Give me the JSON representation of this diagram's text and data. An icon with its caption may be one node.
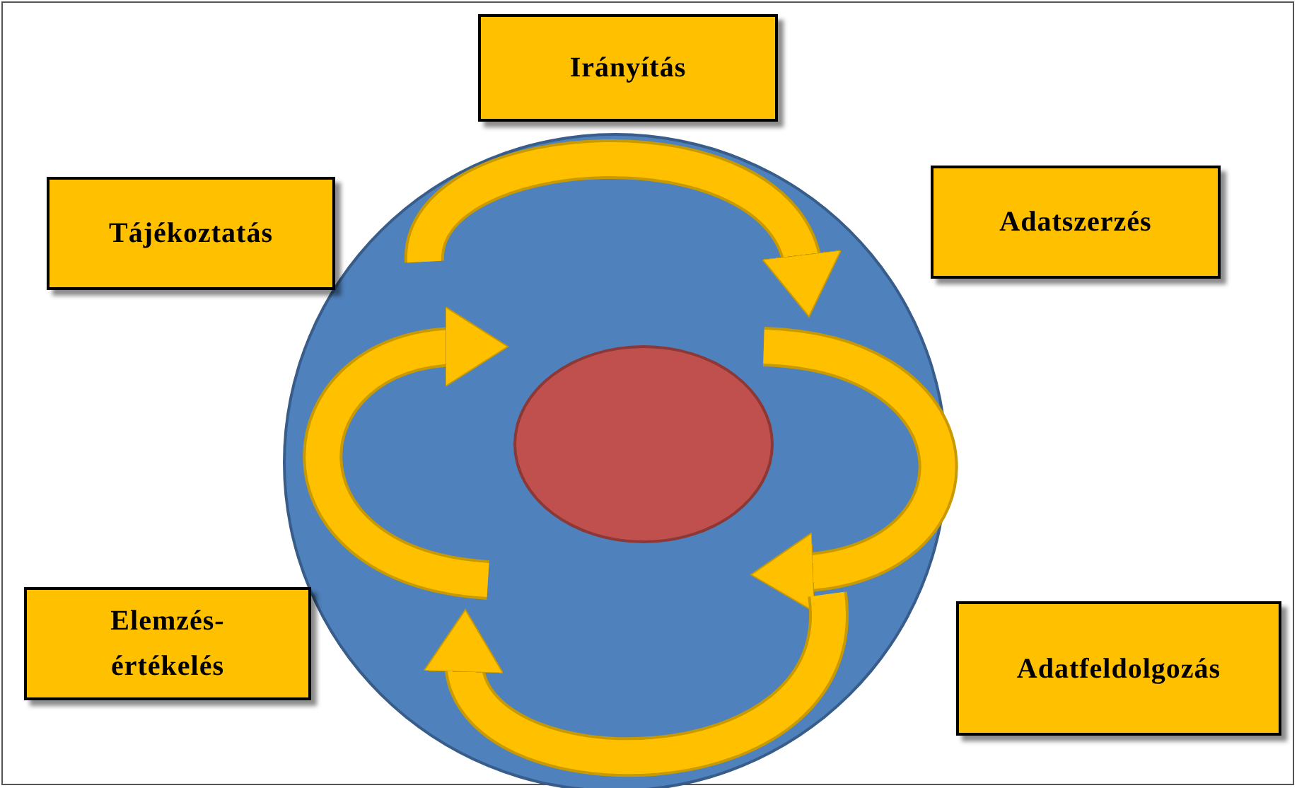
{
  "diagram": {
    "nodes": [
      {
        "text": [
          "Irányítás"
        ]
      },
      {
        "text": [
          "Tájékoztatás"
        ]
      },
      {
        "text": [
          "Adatszerzés"
        ]
      },
      {
        "text": [],
        "shape": "circle"
      },
      {
        "text": [],
        "shape": "circle",
        "in": 3
      },
      {
        "text": [
          "Elemzés-értékelés"
        ]
      },
      {
        "text": [
          "Adatfeldolgozás"
        ]
      }
    ]
  }
}
